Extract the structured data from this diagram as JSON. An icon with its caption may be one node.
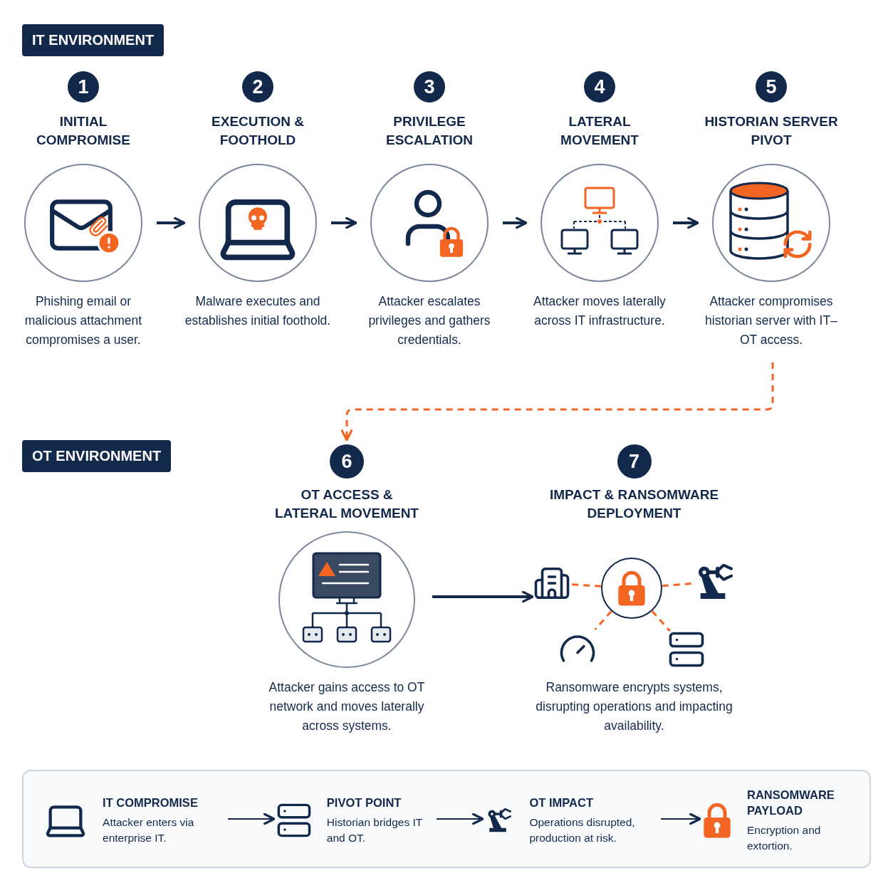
{
  "diagram": {
    "nodes": [
      {
        "text": [
          "1",
          "INITIAL COMPROMISE",
          "Phishing email or malicious attachment compromises a user."
        ]
      },
      {
        "text": [
          "2",
          "EXECUTION & FOOTHOLD",
          "Malware executes and establishes initial foothold."
        ]
      },
      {
        "text": [
          "3",
          "PRIVILEGE ESCALATION",
          "Attacker escalates privileges and gathers credentials."
        ]
      },
      {
        "text": [
          "4",
          "LATERAL MOVEMENT",
          "Attacker moves laterally across IT infrastructure."
        ]
      },
      {
        "text": [
          "5",
          "HISTORIAN SERVER PIVOT",
          "Attacker compromises historian server with IT–OT access."
        ]
      },
      {
        "text": [
          "6",
          "OT ACCESS & LATERAL MOVEMENT",
          "Attacker gains access to OT network and moves laterally across systems."
        ]
      },
      {
        "text": [
          "7",
          "IMPACT & RANSOMWARE DEPLOYMENT"
        ]
      },
      {
        "text": [],
        "shape": "picture"
      },
      {
        "text": [],
        "shape": "circle"
      },
      {
        "text": [],
        "shape": "picture"
      },
      {
        "text": [],
        "shape": "picture"
      },
      {
        "text": [],
        "shape": "picture"
      },
      {
        "text": [],
        "shape": "box"
      },
      {
        "text": [
          "IT COMPROMISE",
          "Attacker enters via enterprise IT."
        ],
        "in": 12
      },
      {
        "text": [
          "PIVOT POINT",
          "Historian bridges IT and OT."
        ],
        "in": 12
      },
      {
        "text": [
          "OT IMPACT",
          "Operations disrupted, production at risk."
        ],
        "in": 12
      },
      {
        "text": [
          "RANSOMWARE PAYLOAD",
          "Encryption and extortion."
        ],
        "in": 12
      }
    ],
    "edges": [
      {
        "from": 0,
        "to": 1,
        "arrow": "to"
      },
      {
        "from": 1,
        "to": 2,
        "arrow": "to"
      },
      {
        "from": 2,
        "to": 3,
        "arrow": "to"
      },
      {
        "from": 3,
        "to": 4,
        "arrow": "to"
      },
      {
        "from": 4,
        "to": 5,
        "arrow": "to",
        "style": "dashed",
        "color": "#f26522"
      },
      {
        "from": 5,
        "to": 7,
        "arrow": "to"
      },
      {
        "from": 8,
        "to": 7,
        "arrow": "none",
        "style": "dashed",
        "color": "#f26522"
      },
      {
        "from": 8,
        "to": 9,
        "arrow": "none",
        "style": "dashed",
        "color": "#f26522"
      },
      {
        "from": 8,
        "to": 10,
        "arrow": "none",
        "style": "dashed",
        "color": "#f26522"
      },
      {
        "from": 8,
        "to": 11,
        "arrow": "none",
        "style": "dashed",
        "color": "#f26522"
      },
      {
        "from": 13,
        "to": 14,
        "arrow": "to"
      },
      {
        "from": 14,
        "to": 15,
        "arrow": "to"
      },
      {
        "from": 15,
        "to": 16,
        "arrow": "to"
      }
    ],
    "labels": [
      "IT ENVIRONMENT",
      "OT ENVIRONMENT",
      "Ransomware encrypts systems, disrupting operations and impacting availability."
    ]
  }
}
